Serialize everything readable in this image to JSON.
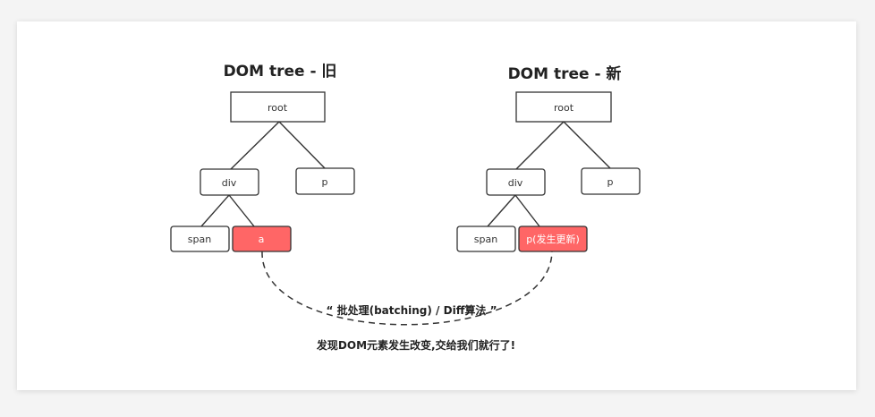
{
  "old_tree": {
    "title": "DOM tree - 旧",
    "nodes": {
      "root": "root",
      "div": "div",
      "p": "p",
      "span": "span",
      "a": "a"
    }
  },
  "new_tree": {
    "title": "DOM tree - 新",
    "nodes": {
      "root": "root",
      "div": "div",
      "p": "p",
      "span": "span",
      "updated": "p(发生更新)"
    }
  },
  "arc_label": "“ 批处理(batching) / Diff算法 ”",
  "caption": "发现DOM元素发生改变,交给我们就行了!",
  "colors": {
    "highlight_fill": "#ff6666",
    "node_stroke": "#333333",
    "line": "#333333"
  }
}
